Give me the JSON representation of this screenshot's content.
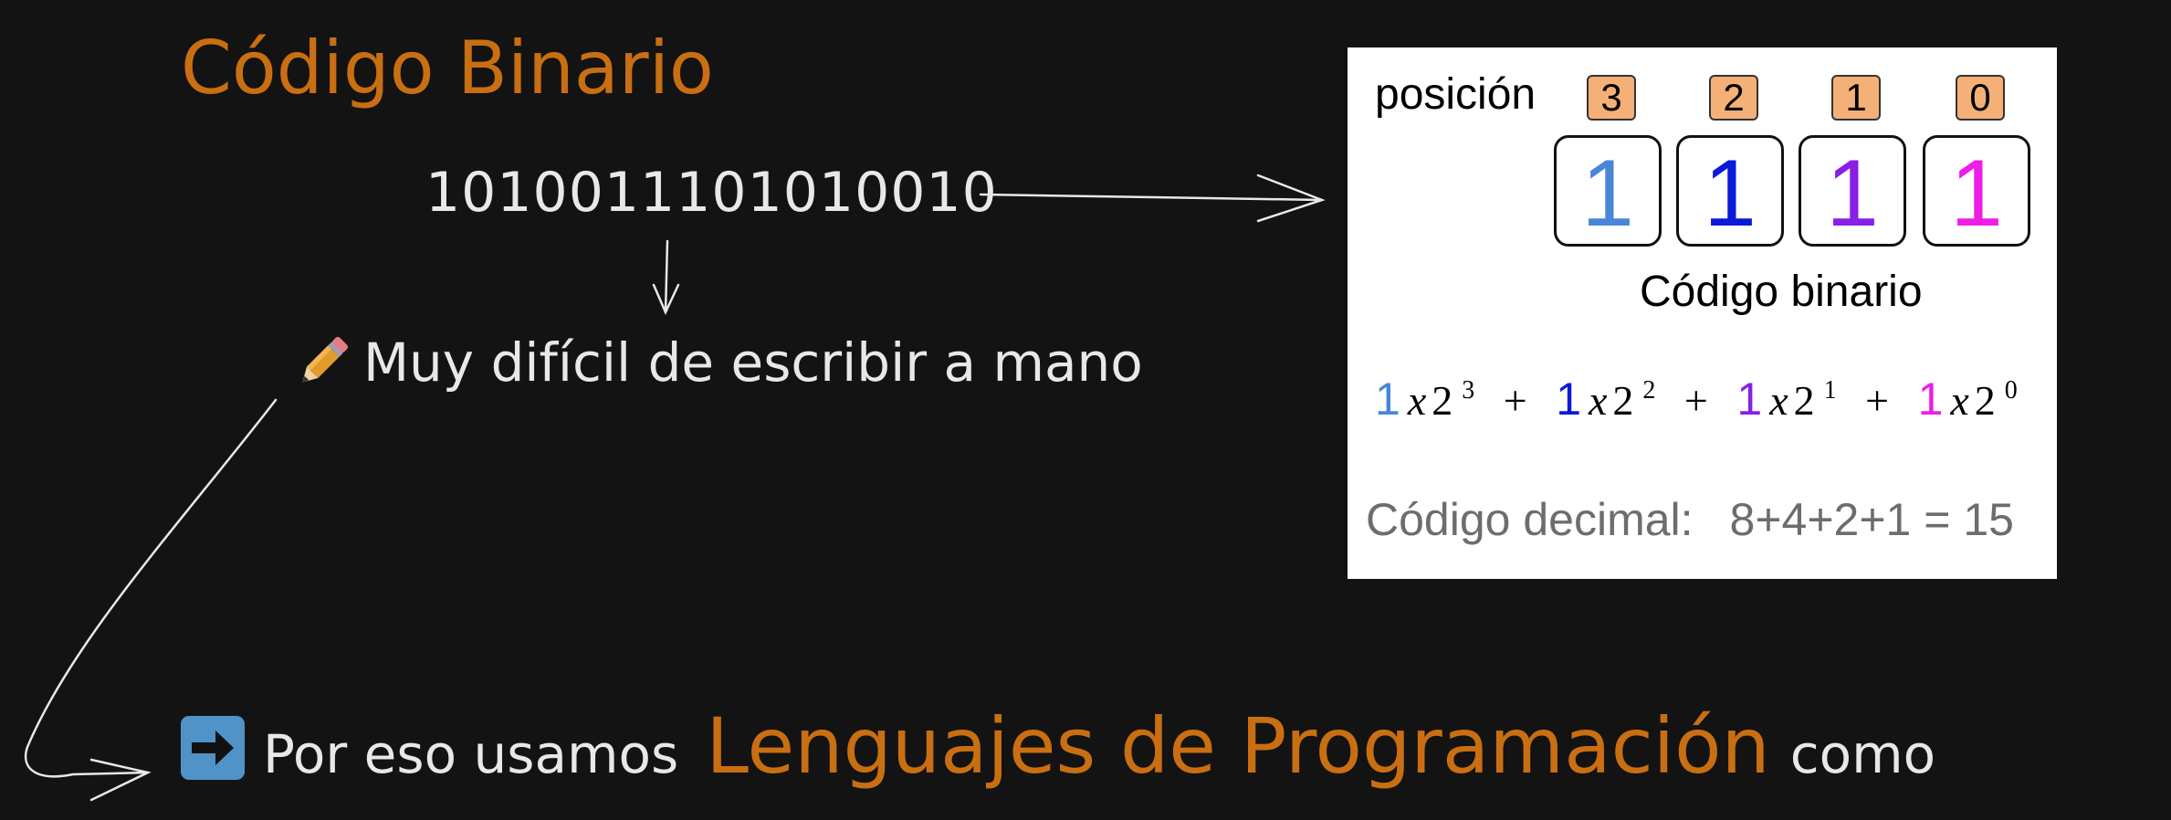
{
  "title": "Código Binario",
  "binary_string": "1010011101010010",
  "note": {
    "icon": "pencil-icon",
    "text": "Muy difícil de escribir a mano"
  },
  "bottom": {
    "icon": "right-arrow-icon",
    "lead": "Por eso usamos",
    "highlight": "Lenguajes de Programación",
    "tail": "como"
  },
  "card": {
    "position_label": "posición",
    "positions": [
      "3",
      "2",
      "1",
      "0"
    ],
    "bits": [
      "1",
      "1",
      "1",
      "1"
    ],
    "binary_label": "Código binario",
    "formula": {
      "terms": [
        {
          "digit": "1",
          "x": "x",
          "base": "2",
          "exp": "3",
          "color": "#4a86d8"
        },
        {
          "digit": "1",
          "x": "x",
          "base": "2",
          "exp": "2",
          "color": "#0b1ad6"
        },
        {
          "digit": "1",
          "x": "x",
          "base": "2",
          "exp": "1",
          "color": "#8a1ee6"
        },
        {
          "digit": "1",
          "x": "x",
          "base": "2",
          "exp": "0",
          "color": "#ee1ee6"
        }
      ],
      "plus": "+"
    },
    "decimal_label": "Código decimal:",
    "decimal_value": "8+4+2+1 = 15"
  },
  "colors": {
    "background": "#131313",
    "accent": "#c96f12",
    "text": "#e8e8e8",
    "badge": "#f4b077"
  }
}
